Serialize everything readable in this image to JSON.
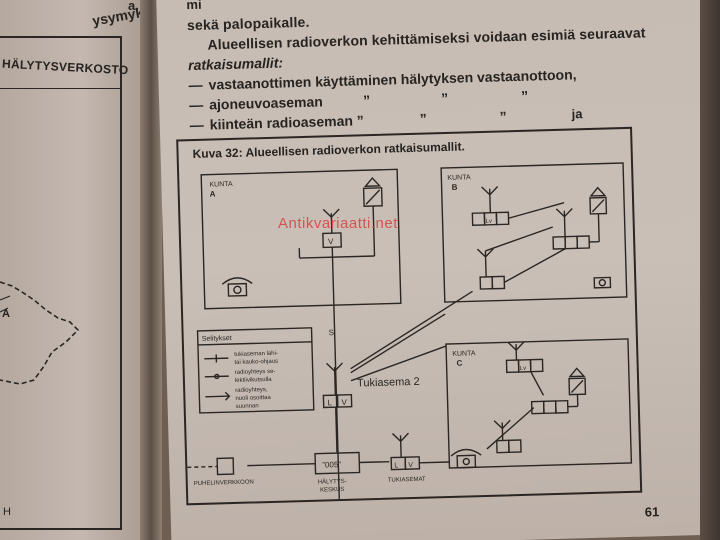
{
  "left_page": {
    "top_fragment": "ysymyk.",
    "top_fragment_2": "a.",
    "map_title": "HÄLYTYSVERKOSTO",
    "map_label": "A",
    "bottom_fragment": "H"
  },
  "right_page": {
    "line0": "mi",
    "line0_right": "",
    "line1": "sekä palopaikalle.",
    "line2": "Alueellisen radioverkon kehittämiseksi voidaan esimiä seuraavat",
    "line3": "ratkaisumallit:",
    "options": [
      {
        "dash": "—",
        "text": "vastaanottimen käyttäminen hälytyksen vastaanottoon,"
      },
      {
        "dash": "—",
        "text": "ajoneuvoaseman",
        "marks": [
          "”",
          "”",
          "”"
        ]
      },
      {
        "dash": "—",
        "text": "kiinteän radioaseman ”",
        "marks": [
          "”",
          "”",
          "ja"
        ]
      }
    ],
    "figure_caption": "Kuva 32: Alueellisen radioverkon ratkaisumallit.",
    "page_number": "61"
  },
  "diagram": {
    "kunta_a": "KUNTA",
    "kunta_a_letter": "A",
    "kunta_b": "KUNTA",
    "kunta_b_letter": "B",
    "kunta_c": "KUNTA",
    "kunta_c_letter": "C",
    "legend_title": "Selitykset",
    "legend_items": [
      "tukiaseman lähi-",
      "tai kauko-ohjaus",
      "radioyhteys se-",
      "lektiivikutsulla",
      "radioyhteys,",
      "nuoli osoittaa",
      "suunnan"
    ],
    "tukiasema": "Tukiasema 2",
    "puhelinverkkoon": "PUHELINVERKKOON",
    "halytyskeskus_1": "HÄLYTYS-",
    "halytyskeskus_2": "KESKUS",
    "tukiasemat": "TUKIASEMAT",
    "code": "”005”",
    "box_v": "V",
    "box_l": "L",
    "box_lv": "Lv",
    "line_s": "S"
  },
  "watermark": "Antikvariaatti.net"
}
